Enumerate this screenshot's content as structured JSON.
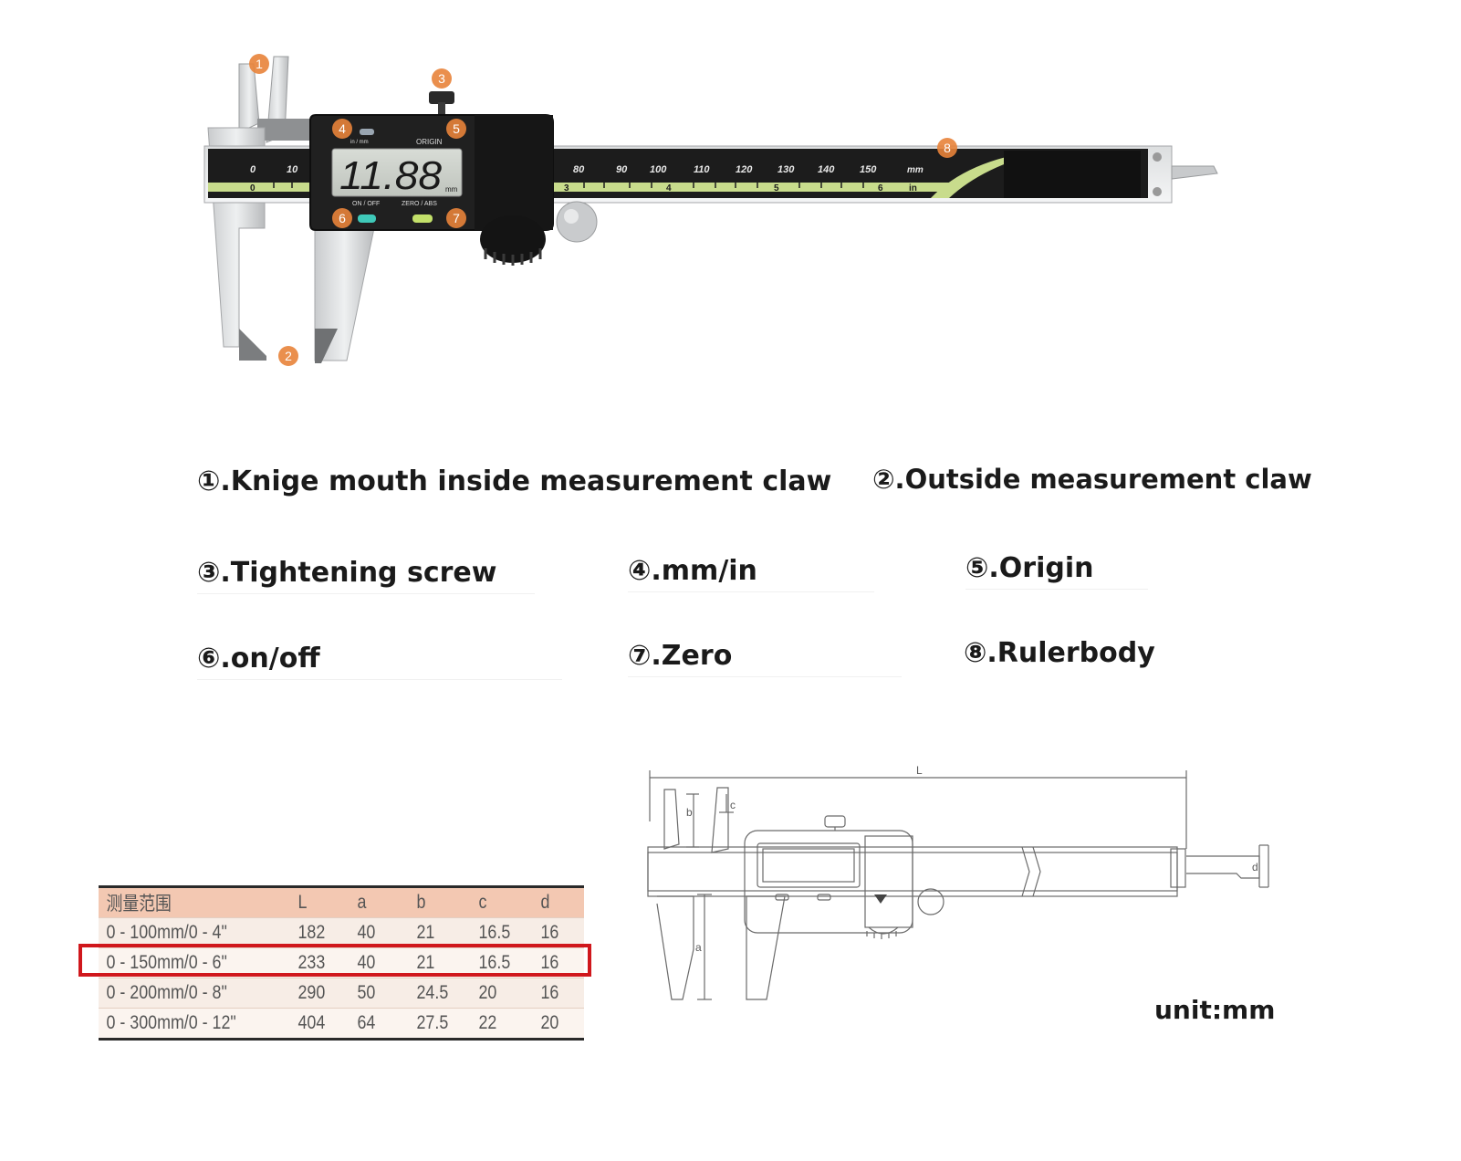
{
  "photo": {
    "display_reading": "11.88",
    "display_unit": "mm",
    "display_top_labels": [
      "in / mm",
      "ORIGIN"
    ],
    "display_bottom_labels": [
      "ON / OFF",
      "ZERO / ABS"
    ],
    "scale_mm_left": [
      "0",
      "10"
    ],
    "scale_mm_right": [
      "80",
      "90",
      "100",
      "110",
      "120",
      "130",
      "140",
      "150",
      "mm"
    ],
    "scale_in": [
      "0",
      "3",
      "4",
      "5",
      "6",
      "in"
    ],
    "callout_numbers": [
      "1",
      "2",
      "3",
      "4",
      "5",
      "6",
      "7",
      "8"
    ]
  },
  "legend": [
    {
      "text": "①.Knige mouth inside measurement claw"
    },
    {
      "text": "②.Outside measurement claw"
    },
    {
      "text": "③.Tightening screw"
    },
    {
      "text": "④.mm/in"
    },
    {
      "text": "⑤.Origin"
    },
    {
      "text": "⑥.on/off"
    },
    {
      "text": "⑦.Zero"
    },
    {
      "text": "⑧.Rulerbody"
    }
  ],
  "table": {
    "headers": [
      "测量范围",
      "L",
      "a",
      "b",
      "c",
      "d"
    ],
    "rows": [
      [
        "0 - 100mm/0 - 4\"",
        "182",
        "40",
        "21",
        "16.5",
        "16"
      ],
      [
        "0 - 150mm/0 - 6\"",
        "233",
        "40",
        "21",
        "16.5",
        "16"
      ],
      [
        "0 - 200mm/0 - 8\"",
        "290",
        "50",
        "24.5",
        "20",
        "16"
      ],
      [
        "0 - 300mm/0 - 12\"",
        "404",
        "64",
        "27.5",
        "22",
        "20"
      ]
    ],
    "highlight_row": 1,
    "highlight_color": "#d0171c",
    "header_bg": "#f3c8b2"
  },
  "drawing": {
    "dimension_labels": [
      "L",
      "b",
      "c",
      "a",
      "d"
    ]
  },
  "unit_label": "unit:mm",
  "colors": {
    "callout_orange": "#e8833a",
    "scale_green": "#c8dc8c",
    "body_dark": "#1c1c1c"
  }
}
